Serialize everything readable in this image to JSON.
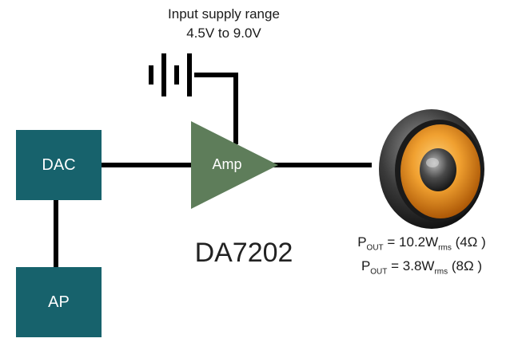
{
  "supply": {
    "line1": "Input supply range",
    "line2": "4.5V to 9.0V"
  },
  "blocks": {
    "dac": "DAC",
    "ap": "AP",
    "amp": "Amp"
  },
  "part_number": "DA7202",
  "output": {
    "row1": {
      "p": "P",
      "out_sub": "OUT",
      "value": " = 10.2W",
      "rms_sub": "rms",
      "load": " (4Ω )"
    },
    "row2": {
      "p": "P",
      "out_sub": "OUT",
      "value": " = 3.8W",
      "rms_sub": "rms",
      "load": " (8Ω )"
    }
  },
  "colors": {
    "block_teal": "#17626c",
    "amp_green": "#5e7d5a",
    "wire": "#000000",
    "speaker_cone": "#e58a16"
  },
  "icons": {
    "battery": "battery-icon",
    "speaker": "speaker-icon"
  }
}
